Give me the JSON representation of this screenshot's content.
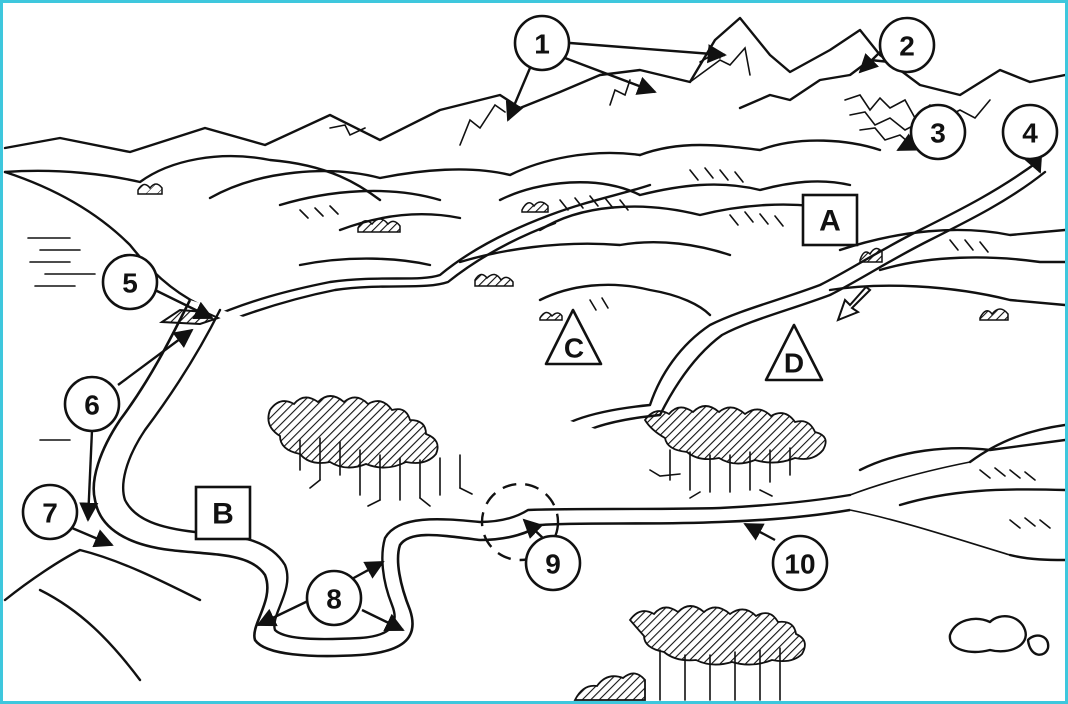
{
  "callouts": [
    {
      "id": "c1",
      "label": "1"
    },
    {
      "id": "c2",
      "label": "2"
    },
    {
      "id": "c3",
      "label": "3"
    },
    {
      "id": "c4",
      "label": "4"
    },
    {
      "id": "c5",
      "label": "5"
    },
    {
      "id": "c6",
      "label": "6"
    },
    {
      "id": "c7",
      "label": "7"
    },
    {
      "id": "c8",
      "label": "8"
    },
    {
      "id": "c9",
      "label": "9"
    },
    {
      "id": "c10",
      "label": "10"
    }
  ],
  "regions": {
    "a": "A",
    "b": "B",
    "c": "C",
    "d": "D"
  },
  "colors": {
    "frame": "#3ec7dd",
    "ink": "#111111",
    "paper": "#ffffff"
  }
}
